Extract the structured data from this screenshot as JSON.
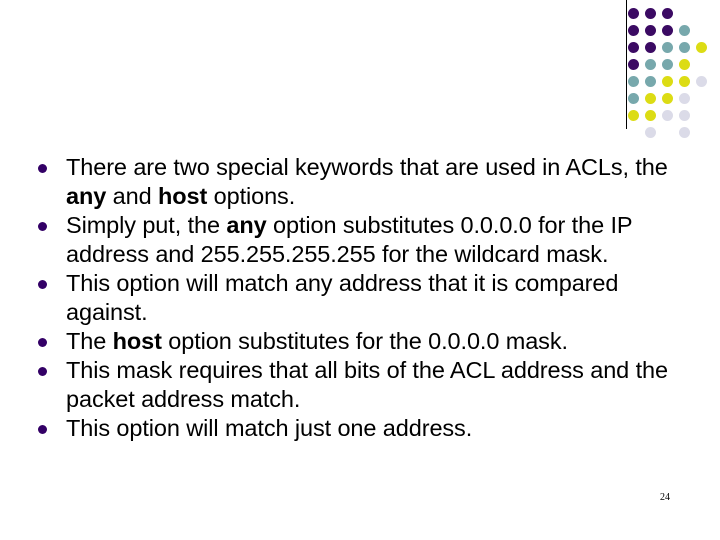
{
  "slide": {
    "page_number": "24",
    "bullets": [
      {
        "segments": [
          {
            "text": "There are two special keywords that are used in ACLs, the ",
            "bold": false
          },
          {
            "text": "any",
            "bold": true
          },
          {
            "text": " and ",
            "bold": false
          },
          {
            "text": "host",
            "bold": true
          },
          {
            "text": " options.",
            "bold": false
          }
        ]
      },
      {
        "segments": [
          {
            "text": "Simply put, the ",
            "bold": false
          },
          {
            "text": "any",
            "bold": true
          },
          {
            "text": " option substitutes 0.0.0.0 for the IP address and 255.255.255.255 for the wildcard mask.",
            "bold": false
          }
        ]
      },
      {
        "segments": [
          {
            "text": "This option will match any address that it is compared against.",
            "bold": false
          }
        ]
      },
      {
        "segments": [
          {
            "text": "The ",
            "bold": false
          },
          {
            "text": "host",
            "bold": true
          },
          {
            "text": " option substitutes for the 0.0.0.0 mask.",
            "bold": false
          }
        ]
      },
      {
        "segments": [
          {
            "text": "This mask requires that all bits of the ACL address and the packet address match.",
            "bold": false
          }
        ]
      },
      {
        "segments": [
          {
            "text": "This option will match just one address.",
            "bold": false
          }
        ]
      }
    ]
  },
  "decoration": {
    "colors": {
      "purple": "#3B0A63",
      "teal": "#77A8AC",
      "yellow": "#DCDC14",
      "lavender": "#DBDBE8",
      "rule": "#000000",
      "bullet": "#330066"
    },
    "grid": {
      "cell": 17,
      "dot_size": 11,
      "rows": [
        [
          "purple",
          "purple",
          "purple",
          null,
          null
        ],
        [
          "purple",
          "purple",
          "purple",
          "teal",
          null
        ],
        [
          "purple",
          "purple",
          "teal",
          "teal",
          "yellow"
        ],
        [
          "purple",
          "teal",
          "teal",
          "yellow",
          null
        ],
        [
          "teal",
          "teal",
          "yellow",
          "yellow",
          "lavender"
        ],
        [
          "teal",
          "yellow",
          "yellow",
          "lavender",
          null
        ],
        [
          "yellow",
          "yellow",
          "lavender",
          "lavender",
          null
        ],
        [
          null,
          "lavender",
          null,
          "lavender",
          null
        ]
      ]
    }
  }
}
